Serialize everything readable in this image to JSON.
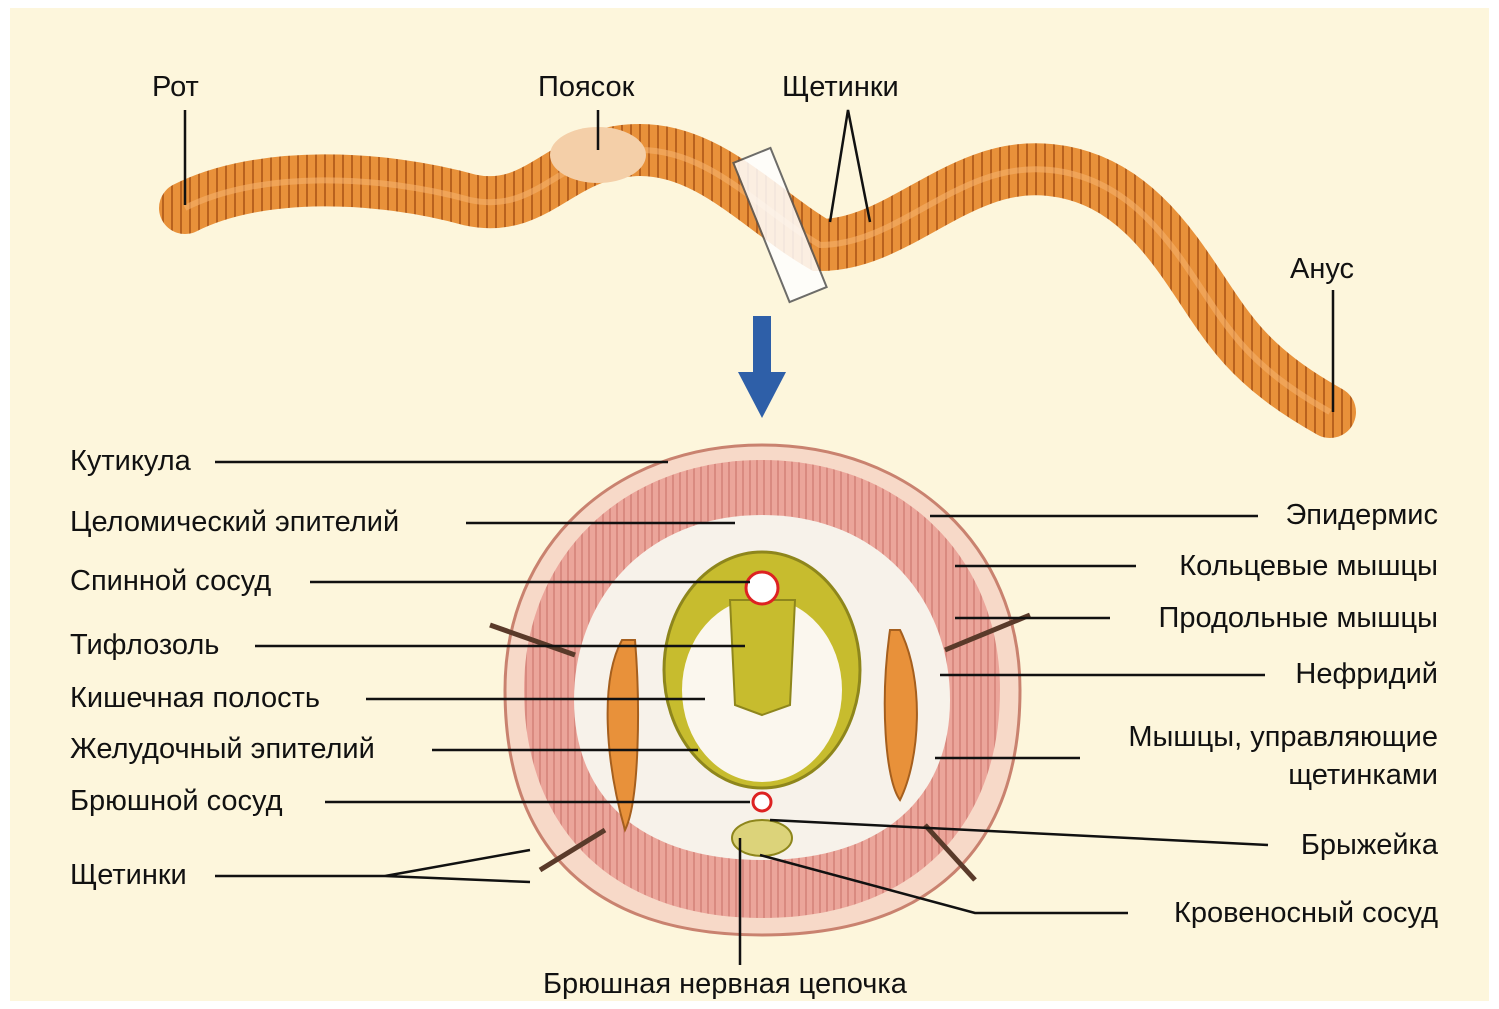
{
  "worm": {
    "mouth": "Рот",
    "clitellum": "Поясок",
    "setae": "Щетинки",
    "anus": "Анус"
  },
  "section_left": {
    "cuticle": "Кутикула",
    "coelomic_epithelium": "Целомический эпителий",
    "dorsal_vessel": "Спинной сосуд",
    "typhlosole": "Тифлозоль",
    "gut_cavity": "Кишечная полость",
    "gastric_epithelium": "Желудочный эпителий",
    "ventral_vessel": "Брюшной сосуд",
    "setae": "Щетинки"
  },
  "section_right": {
    "epidermis": "Эпидермис",
    "circular_muscles": "Кольцевые мышцы",
    "longitudinal_muscles": "Продольные мышцы",
    "nephridium": "Нефридий",
    "setae_muscles_1": "Мышцы, управляющие",
    "setae_muscles_2": "щетинками",
    "mesentery": "Брыжейка",
    "blood_vessel": "Кровеносный сосуд"
  },
  "section_bottom": {
    "nerve_cord": "Брюшная нервная цепочка"
  },
  "colors": {
    "background": "#fdf6dc",
    "worm": "#e8913a",
    "muscle": "#eba59a",
    "gut": "#c7bc2e",
    "arrow": "#2e5fa8"
  }
}
